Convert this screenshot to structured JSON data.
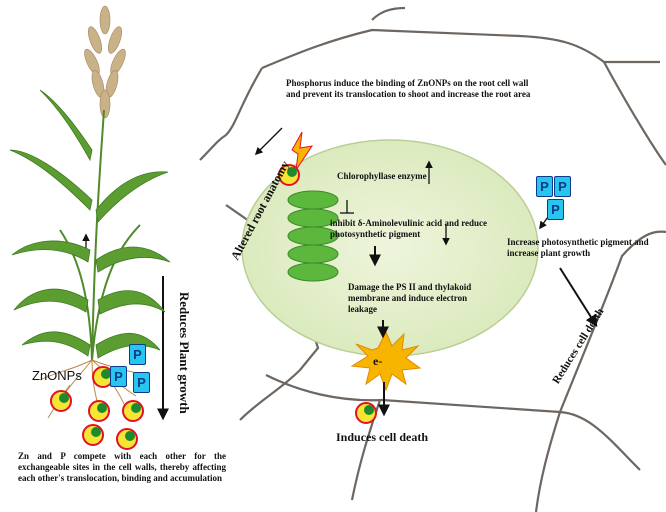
{
  "labels": {
    "phosphorus_note": "Phosphorus induce the binding of ZnONPs on the root cell wall and prevent its translocation to shoot and increase the root area",
    "altered_root": "Altered root anatomy",
    "chlorophyllase": "Chlorophyllase enzyme",
    "inhibit": "inhibit δ-Aminolevulinic acid and reduce photosynthetic pigment",
    "damage": "Damage the PS II and thylakoid membrane  and induce electron leakage",
    "electron": "e-",
    "induces_death": "Induces cell death",
    "increase_pigment": "Increase photosynthetic pigment and increase plant growth",
    "reduces_death": "Reduces cell death",
    "reduces_growth": "Reduces Plant growth",
    "znonps": "ZnONPs",
    "zn_p_compete": "Zn and P compete with each other for the exchangeable sites in the cell walls, thereby affecting each other's translocation, binding and accumulation",
    "p_letter": "P"
  },
  "colors": {
    "chloroplast_fill": "#e3eecb",
    "thylakoid": "#5cb83c",
    "p_box": "#26c6ee",
    "nanoparticle": "#f6e533",
    "nano_rim": "#e2102a",
    "burst": "#f7b500"
  }
}
